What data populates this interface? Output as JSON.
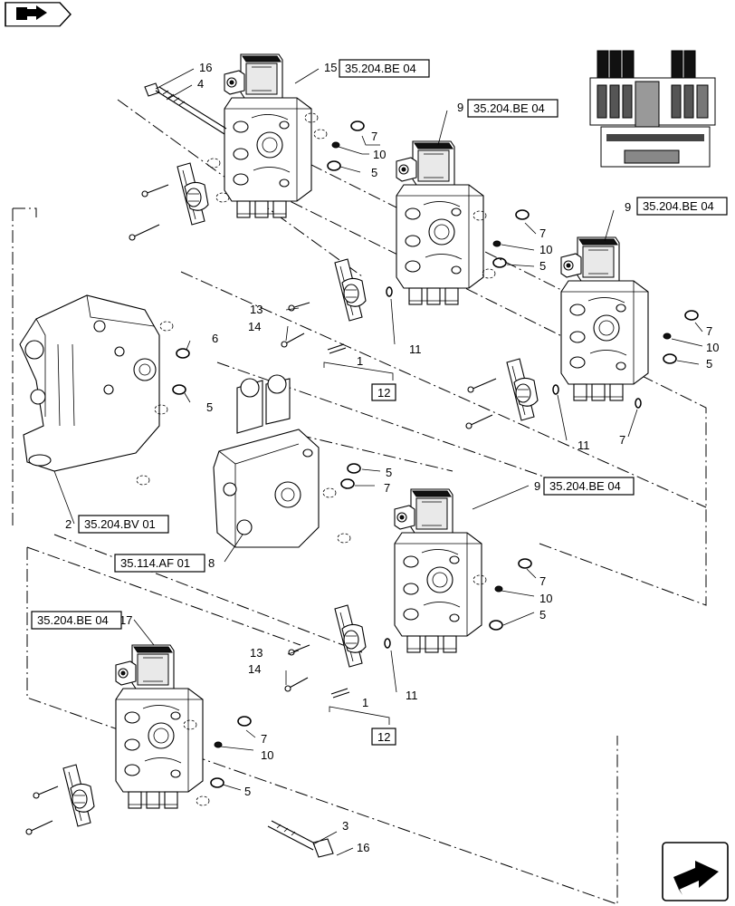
{
  "callouts": {
    "n16a": "16",
    "n4": "4",
    "n15": "15",
    "n7a": "7",
    "n10a": "10",
    "n5a": "5",
    "n9a": "9",
    "n7b": "7",
    "n10b": "10",
    "n5b": "5",
    "n9b": "9",
    "n7c": "7",
    "n10c": "10",
    "n5c": "5",
    "n13a": "13",
    "n14a": "14",
    "n1a": "1",
    "n11a": "11",
    "n12a": "12",
    "n6": "6",
    "n5d": "5",
    "n11b": "11",
    "n7d": "7",
    "n5e": "5",
    "n7e": "7",
    "n2": "2",
    "n8": "8",
    "n9c": "9",
    "n7f": "7",
    "n10d": "10",
    "n5f": "5",
    "n13b": "13",
    "n14b": "14",
    "n1b": "1",
    "n11c": "11",
    "n12b": "12",
    "n17": "17",
    "n7g": "7",
    "n10e": "10",
    "n5g": "5",
    "n3": "3",
    "n16b": "16"
  },
  "references": {
    "r1": "35.204.BE 04",
    "r2": "35.204.BE 04",
    "r3": "35.204.BE 04",
    "r4": "35.204.BV 01",
    "r5": "35.114.AF 01",
    "r6": "35.204.BE 04",
    "r7": "35.204.BE 04"
  },
  "nav": {
    "back_icon": "back-arrow-icon",
    "next_icon": "next-arrow-icon"
  }
}
